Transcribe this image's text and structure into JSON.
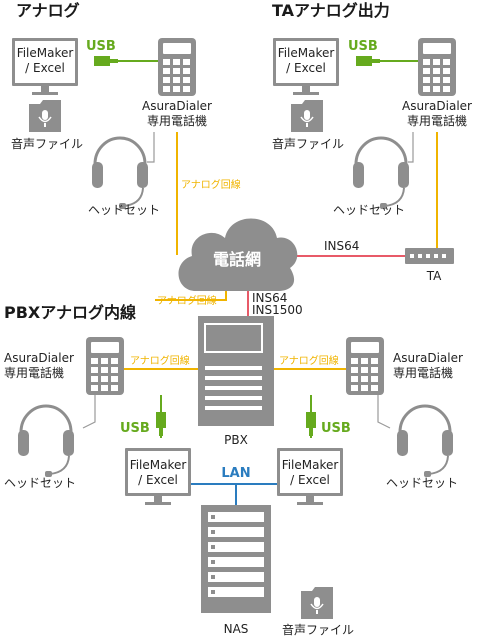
{
  "sections": {
    "analog": "アナログ",
    "ta_analog": "TAアナログ出力",
    "pbx_analog": "PBXアナログ内線"
  },
  "device": {
    "dialer_line1": "AsuraDialer",
    "dialer_line2": "専用電話機",
    "pc_line1": "FileMaker",
    "pc_line2": "/ Excel",
    "headset": "ヘッドセット",
    "audio_file": "音声ファイル"
  },
  "network": {
    "cloud": "電話網",
    "ta": "TA",
    "pbx": "PBX",
    "nas": "NAS"
  },
  "links": {
    "usb": "USB",
    "lan": "LAN",
    "analog_line": "アナログ回線",
    "ins64": "INS64",
    "ins1500": "INS1500"
  },
  "colors": {
    "analog_line": "#f0b400",
    "isdn_line": "#e85a68",
    "usb": "#66aa1e",
    "lan": "#2a7cbf",
    "device": "#8e8e8e",
    "cloud": "#8e8e8e",
    "line_gray": "#9a9a9a"
  }
}
